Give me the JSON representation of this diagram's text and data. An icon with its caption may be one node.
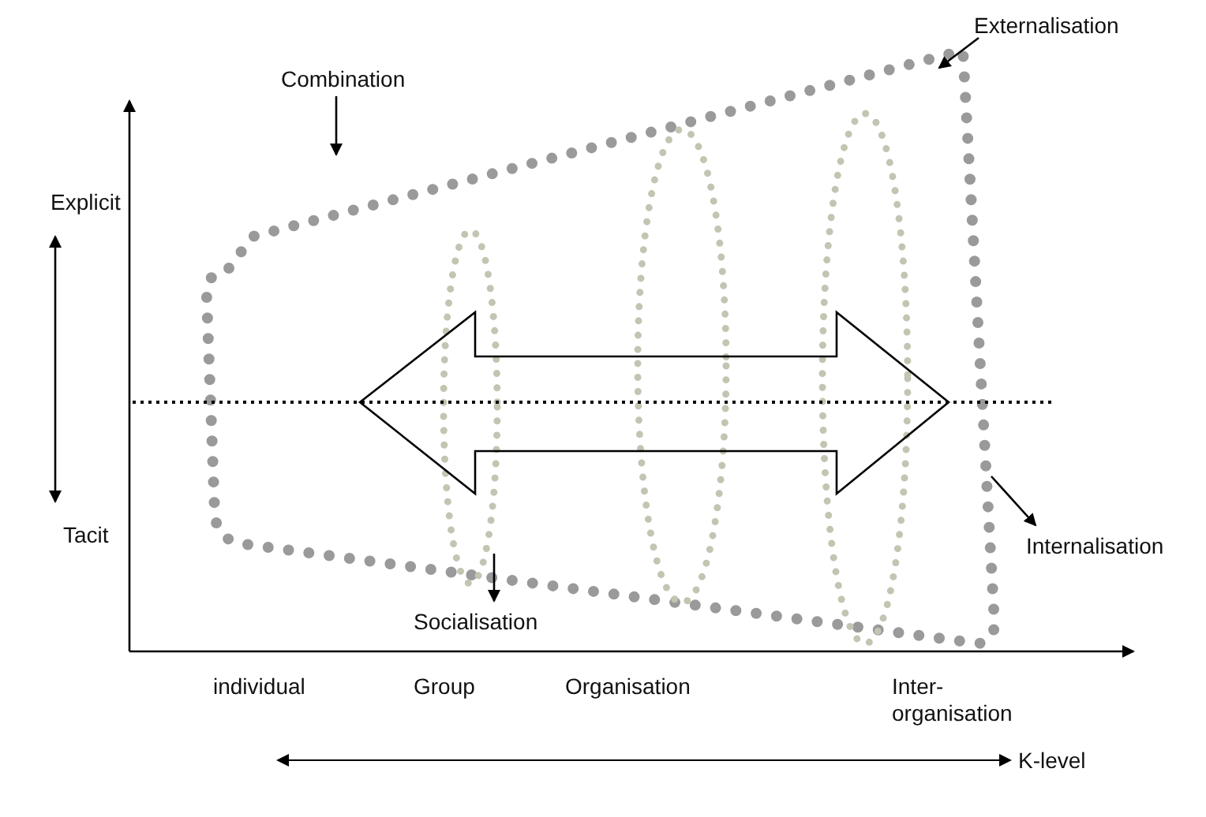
{
  "diagram": {
    "nodes": [
      {
        "text": [
          "Combination"
        ]
      },
      {
        "text": [
          "Externalisation"
        ]
      },
      {
        "text": [
          "Socialisation"
        ]
      },
      {
        "text": [
          "Internalisation"
        ]
      },
      {
        "text": [],
        "shape": "picture"
      }
    ],
    "edges": [
      {
        "from": 0,
        "to": 4,
        "arrow": "to"
      },
      {
        "from": 1,
        "to": 4,
        "arrow": "to"
      },
      {
        "from": 4,
        "to": 2,
        "arrow": "to"
      },
      {
        "from": 4,
        "to": 3,
        "arrow": "to"
      }
    ],
    "labels": [
      "Explicit",
      "Tacit",
      "individual",
      "Group",
      "Organisation",
      "Inter-organisation",
      "K-level"
    ]
  }
}
